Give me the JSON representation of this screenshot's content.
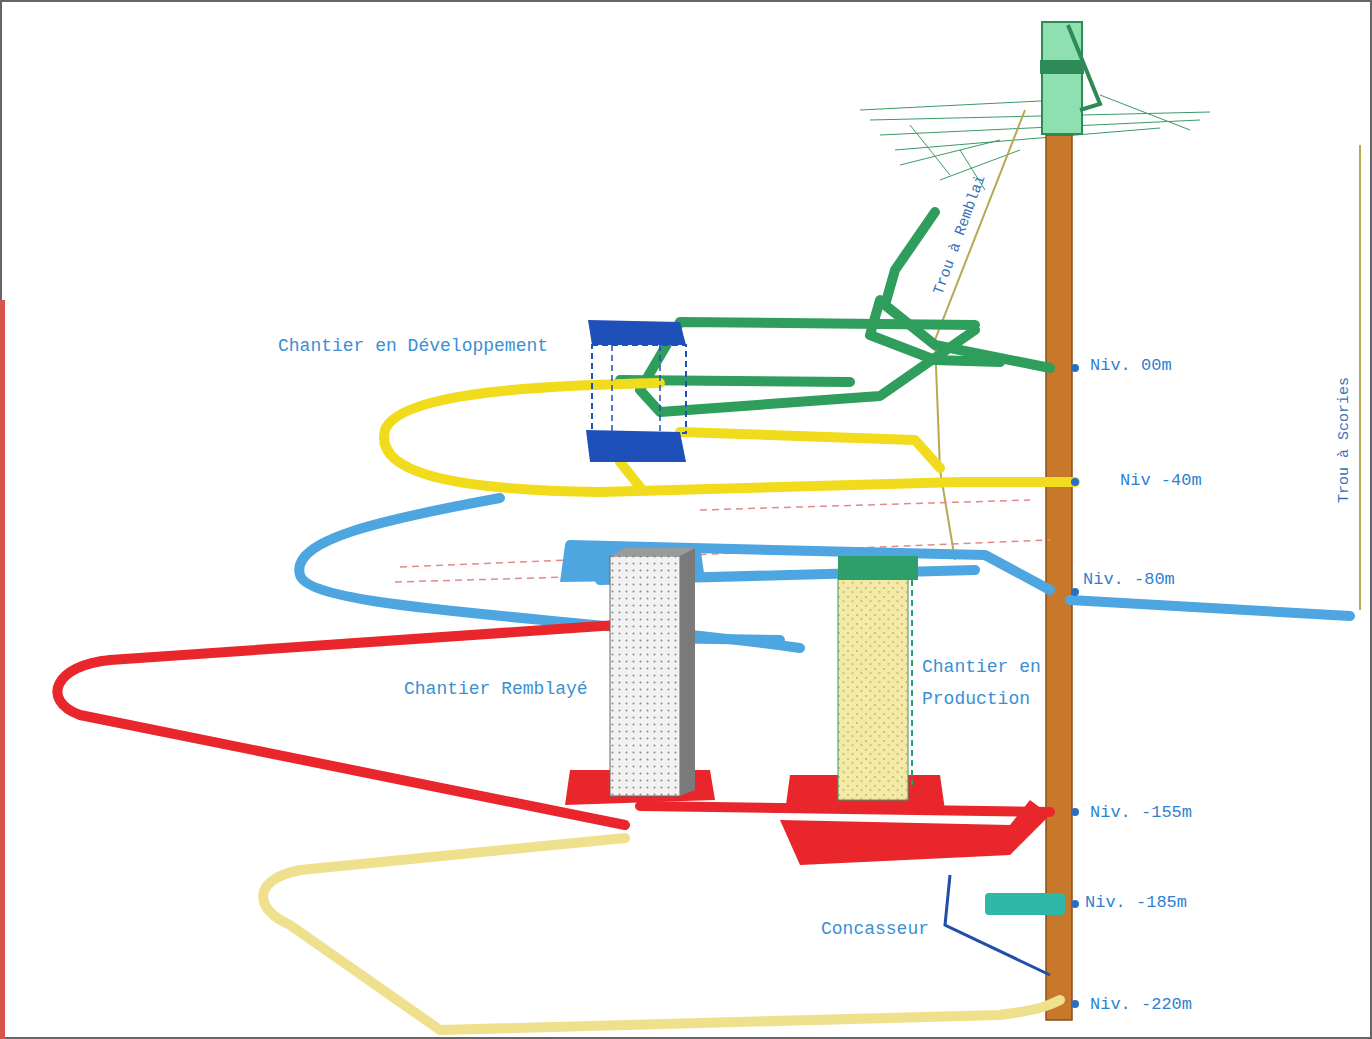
{
  "diagram": {
    "nodes": [
      {
        "text": [
          "Chantier en Développement"
        ]
      },
      {
        "text": [
          "Chantier Remblayé"
        ]
      },
      {
        "text": [
          "Chantier en Production"
        ]
      },
      {
        "text": [
          "Concasseur"
        ]
      }
    ],
    "labels": [
      "Niv. 00m",
      "Niv -40m",
      "Niv. -80m",
      "Niv. -155m",
      "Niv. -185m",
      "Niv. -220m",
      "Trou à Remblai",
      "Trou à Scories"
    ]
  }
}
